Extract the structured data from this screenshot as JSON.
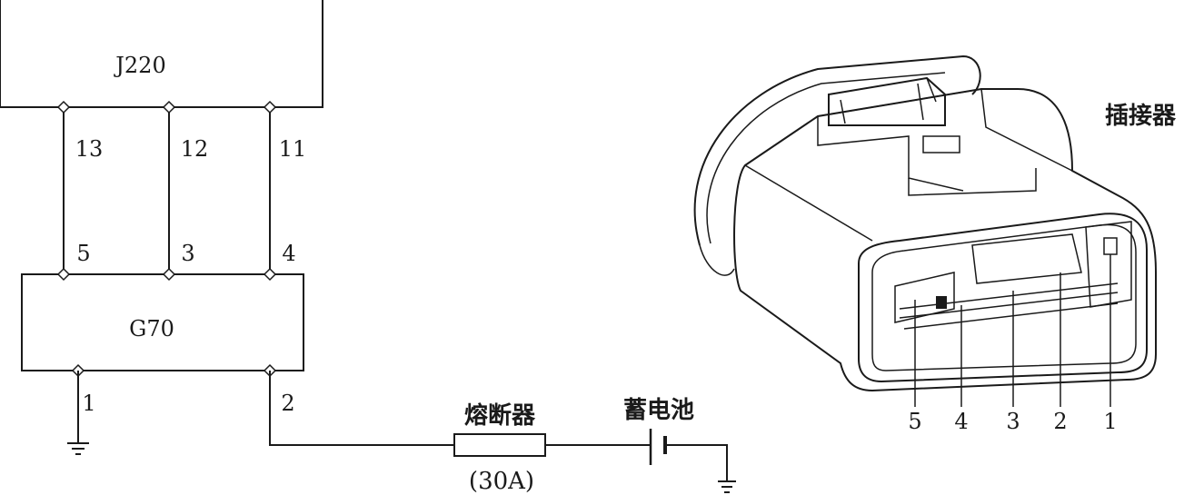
{
  "ecu": {
    "label": "J220"
  },
  "sensor": {
    "label": "G70"
  },
  "ecu_pins": [
    "13",
    "12",
    "11"
  ],
  "sensor_pins_top": [
    "5",
    "3",
    "4"
  ],
  "sensor_pins_bottom": [
    "1",
    "2"
  ],
  "fuse": {
    "label": "熔断器",
    "rating": "(30A)"
  },
  "battery": {
    "label": "蓄电池"
  },
  "connector": {
    "label": "插接器",
    "pins": [
      "5",
      "4",
      "3",
      "2",
      "1"
    ]
  }
}
